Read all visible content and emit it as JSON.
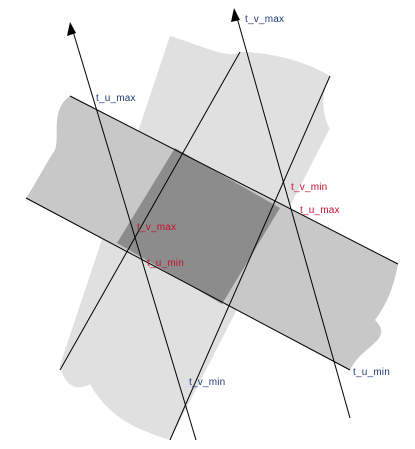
{
  "colors": {
    "background": "#ffffff",
    "slab_light": "#e0e0e0",
    "slab_medium": "#c8c8c8",
    "overlap": "#8c8c8c",
    "line": "#000000",
    "label_blue": "#1f3a78",
    "label_red": "#c8102e"
  },
  "labels": {
    "v_max_top": "t_v_max",
    "u_max_left": "t_u_max",
    "v_min_right": "t_v_min",
    "u_max_right": "t_u_max",
    "v_max_inner": "t_v_max",
    "u_min_inner": "t_u_min",
    "u_min_bottom": "t_u_min",
    "v_min_bottom": "t_v_min"
  }
}
